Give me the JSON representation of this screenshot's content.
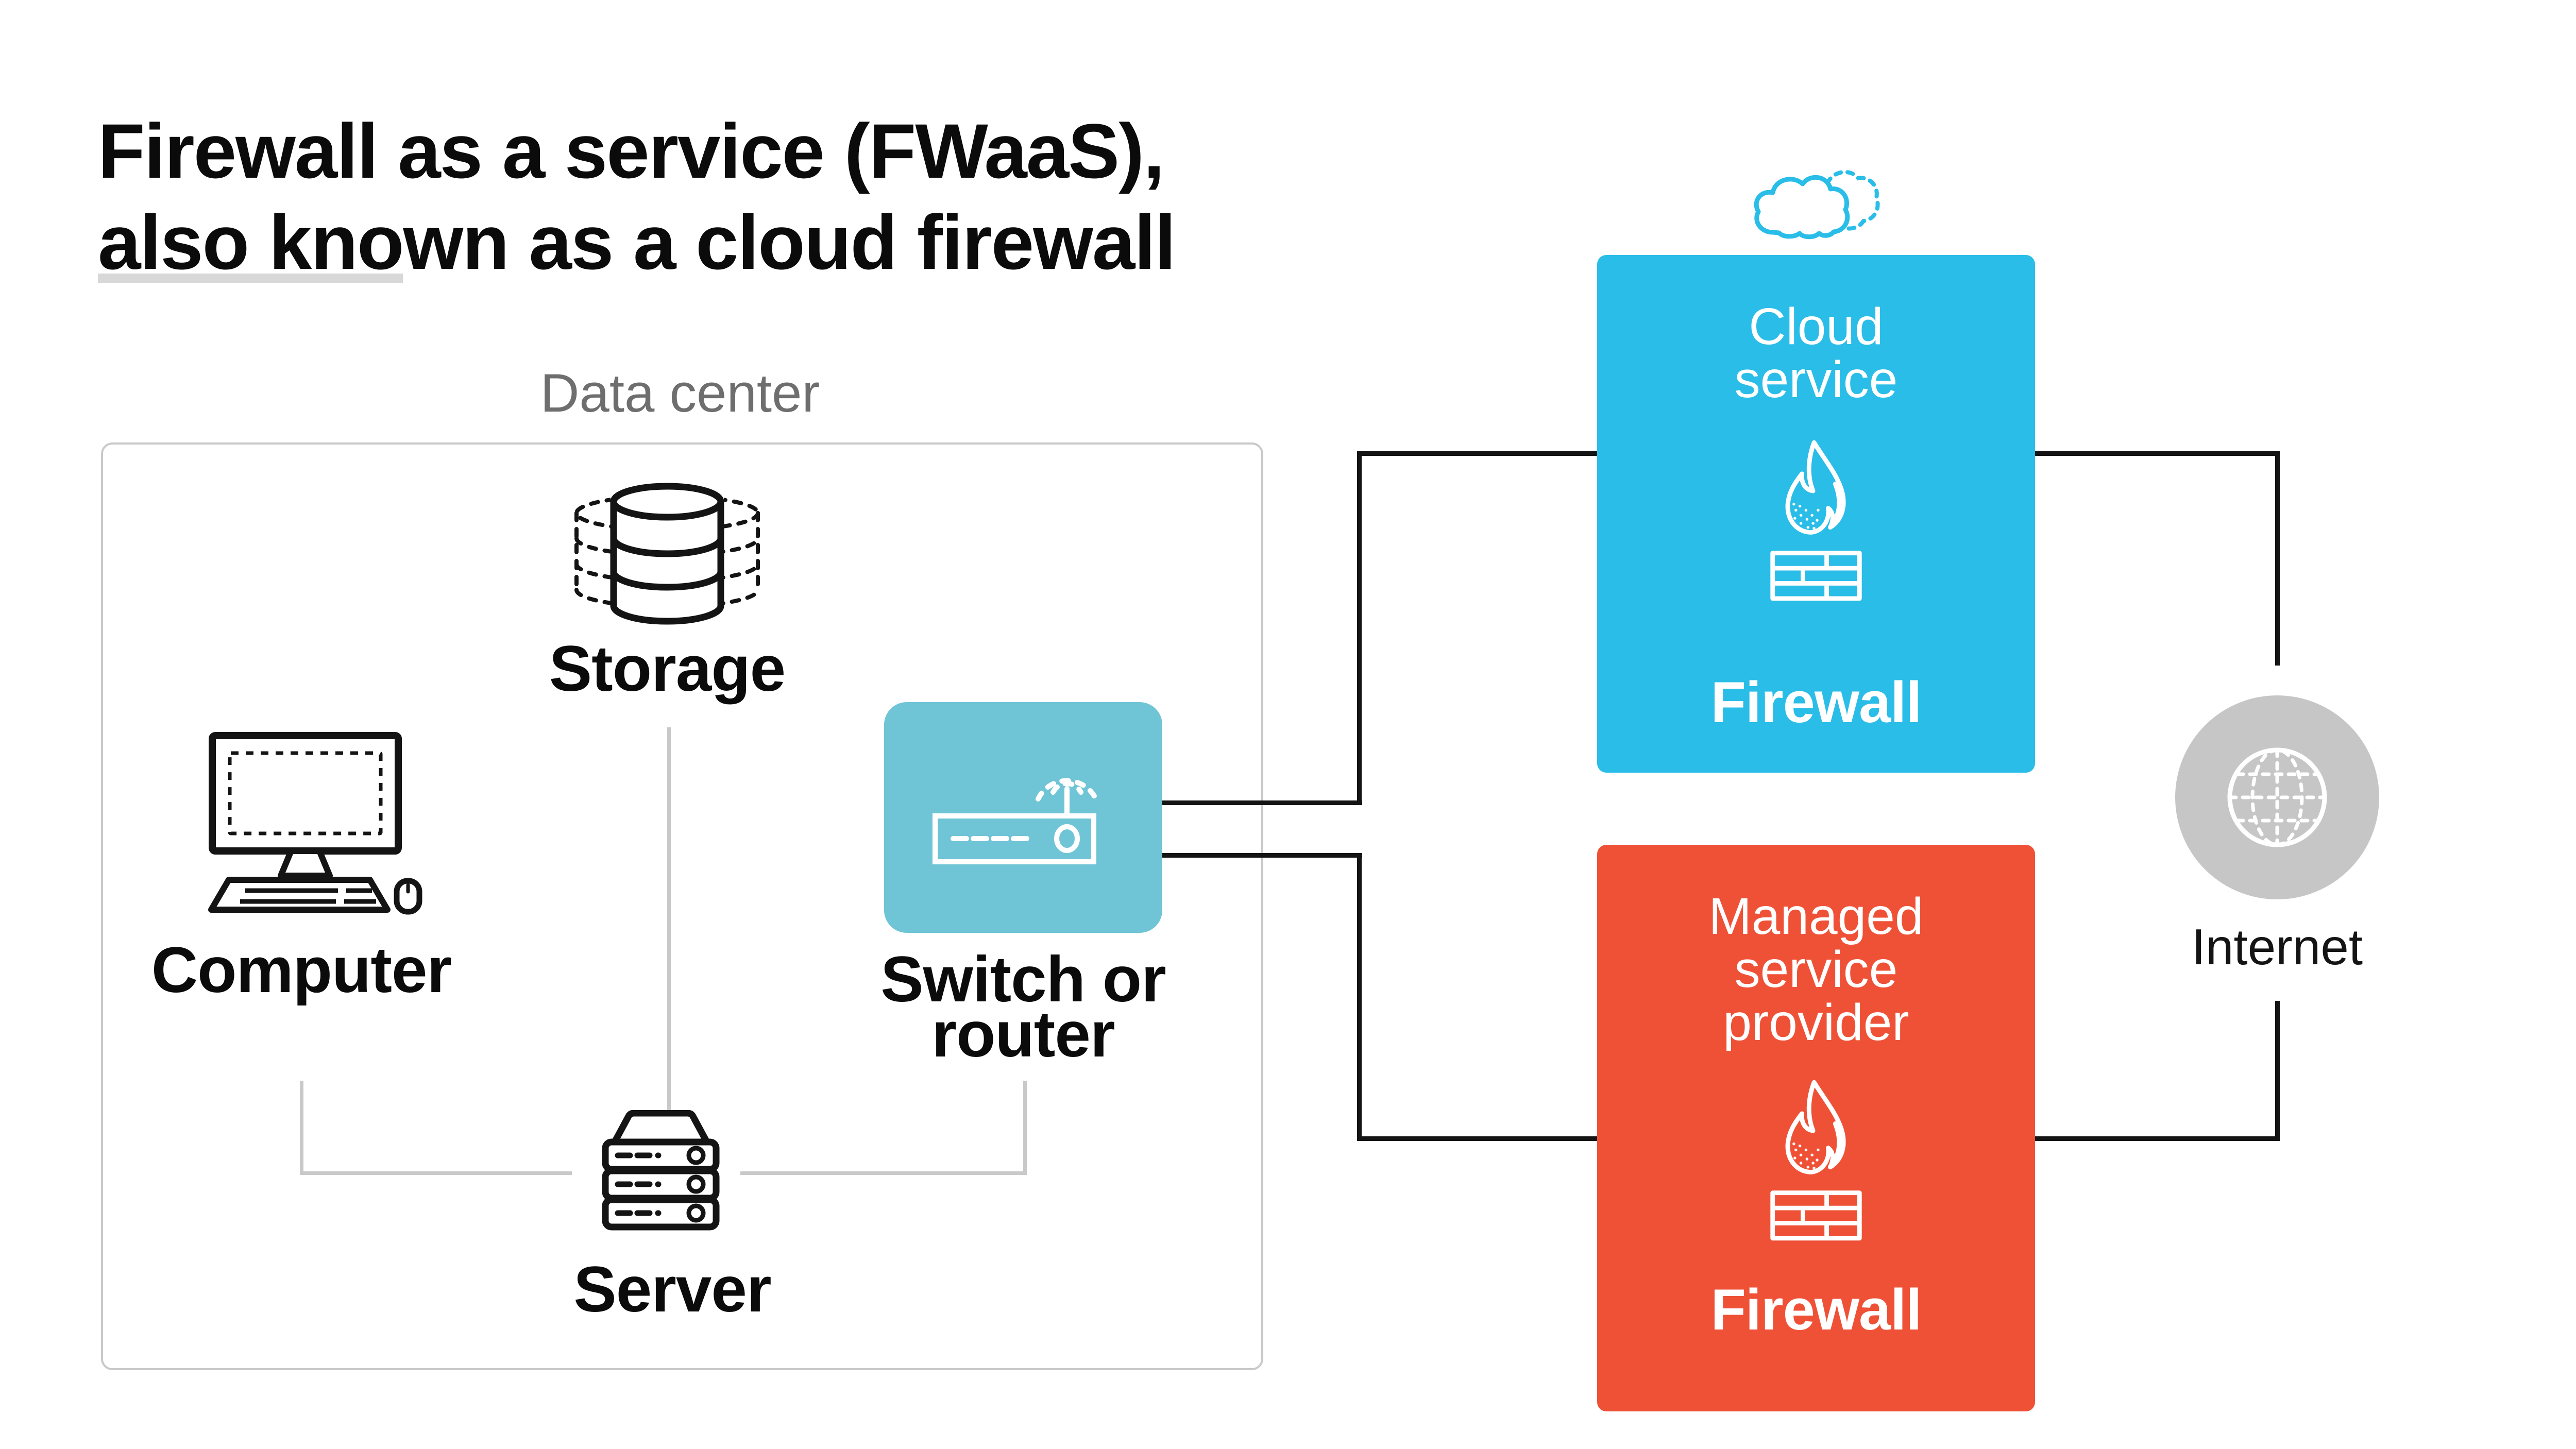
{
  "title": {
    "line1": "Firewall as a service (FWaaS),",
    "line2": "also known as a cloud firewall"
  },
  "data_center": {
    "label": "Data center",
    "storage_label": "Storage",
    "computer_label": "Computer",
    "switch_label_line1": "Switch or",
    "switch_label_line2": "router",
    "server_label": "Server"
  },
  "cloud_service": {
    "name_line1": "Cloud",
    "name_line2": "service",
    "firewall_label": "Firewall",
    "color": "#29bde8"
  },
  "managed_service_provider": {
    "name_line1": "Managed",
    "name_line2": "service",
    "name_line3": "provider",
    "firewall_label": "Firewall",
    "color": "#ef5137"
  },
  "internet": {
    "label": "Internet",
    "circle_color": "#c6c6c6"
  },
  "colors": {
    "router_box": "#6fc4d6",
    "connector_black": "#141414",
    "connector_gray": "#c9c9c9",
    "title_underline": "#d8d8d8",
    "data_center_label": "#6e6e6e"
  }
}
